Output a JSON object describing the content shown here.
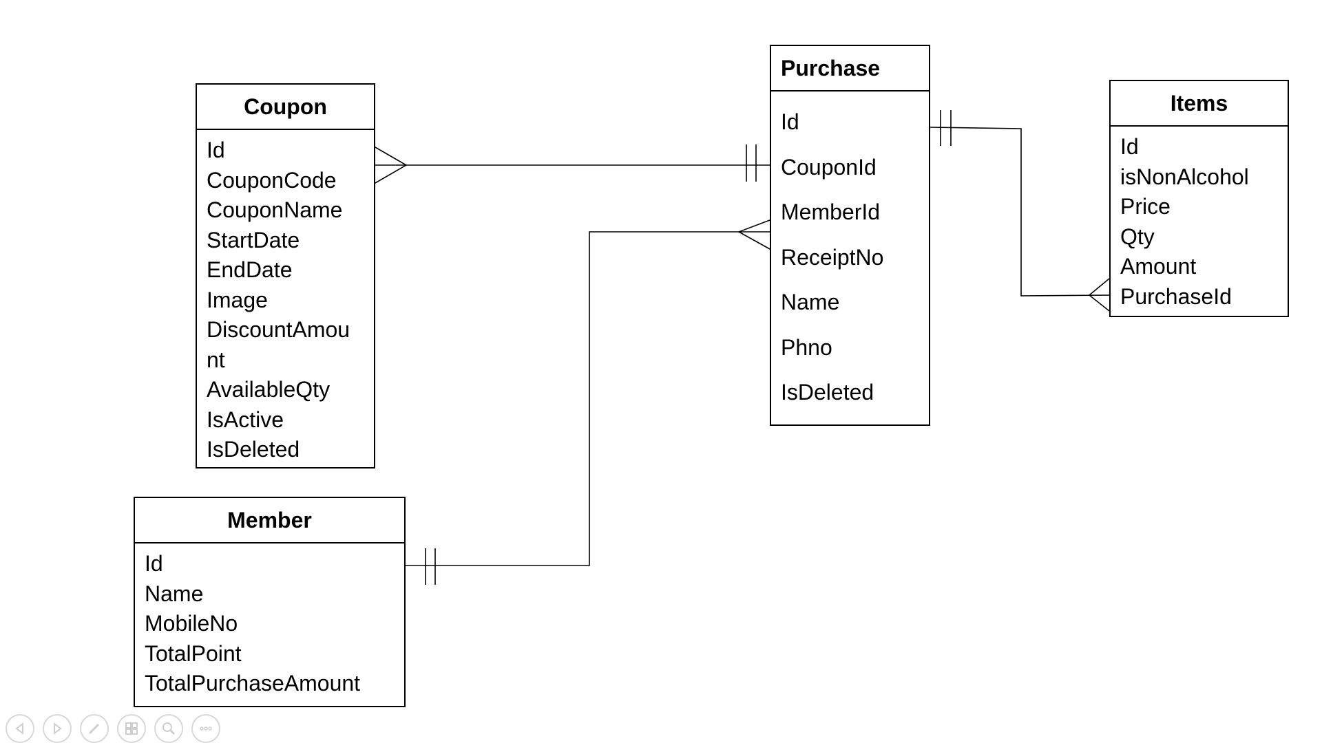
{
  "entities": {
    "coupon": {
      "title": "Coupon",
      "fields": [
        "Id",
        "CouponCode",
        "CouponName",
        "StartDate",
        "EndDate",
        "Image",
        "DiscountAmou",
        "nt",
        "AvailableQty",
        "IsActive",
        "IsDeleted"
      ]
    },
    "purchase": {
      "title": "Purchase",
      "fields": [
        "Id",
        "CouponId",
        "MemberId",
        "ReceiptNo",
        "Name",
        "Phno",
        "IsDeleted"
      ]
    },
    "items": {
      "title": "Items",
      "fields": [
        "Id",
        "isNonAlcohol",
        "Price",
        "Qty",
        "Amount",
        "PurchaseId"
      ]
    },
    "member": {
      "title": "Member",
      "fields": [
        "Id",
        "Name",
        "MobileNo",
        "TotalPoint",
        "TotalPurchaseAmount"
      ]
    }
  },
  "relationships": [
    {
      "from": "Coupon",
      "from_end": "many",
      "to": "Purchase",
      "to_end": "one-and-only-one"
    },
    {
      "from": "Member",
      "from_end": "one-and-only-one",
      "to": "Purchase",
      "to_end": "many"
    },
    {
      "from": "Purchase",
      "from_end": "one-and-only-one",
      "to": "Items",
      "to_end": "many"
    }
  ],
  "slideshow_controls": [
    {
      "icon": "previous-icon"
    },
    {
      "icon": "next-icon"
    },
    {
      "icon": "pen-icon"
    },
    {
      "icon": "slides-grid-icon"
    },
    {
      "icon": "zoom-icon"
    },
    {
      "icon": "more-options-icon"
    }
  ]
}
